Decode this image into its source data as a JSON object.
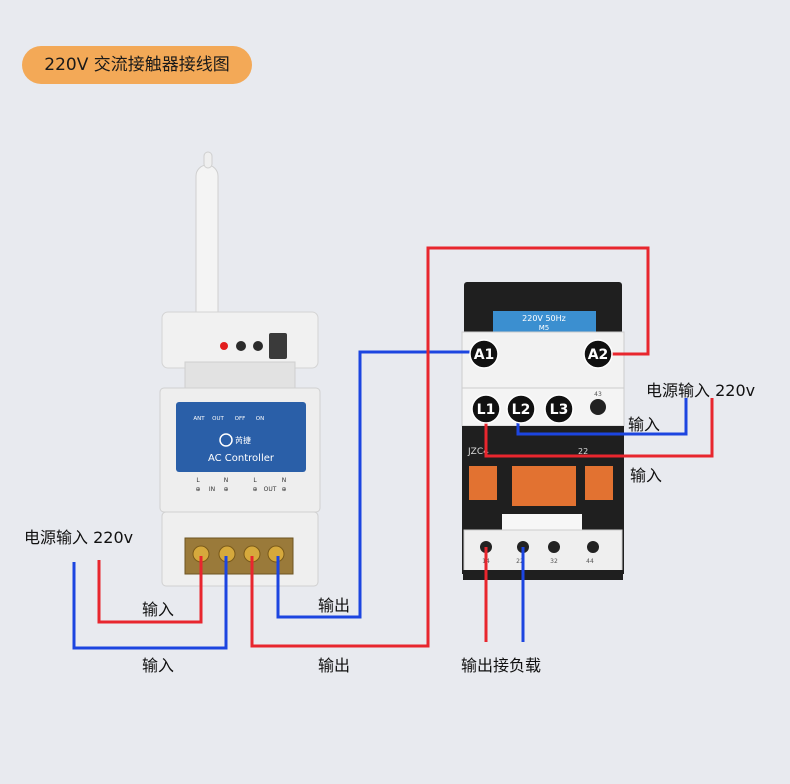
{
  "title": "220V 交流接触器接线图",
  "controller": {
    "brand": "芮捷",
    "name": "AC Controller",
    "indicators": [
      "ANT",
      "OUT",
      "OFF",
      "ON"
    ],
    "terminal_top": [
      "L",
      "N",
      "L",
      "N"
    ],
    "terminal_bottom": [
      "IN",
      "OUT"
    ]
  },
  "contactor": {
    "rating": "220V 50Hz",
    "code": "M5",
    "model": "JZC4",
    "coil_terminals": [
      "A1",
      "A2"
    ],
    "line_terminals": [
      "L1",
      "L2",
      "L3"
    ],
    "aux_top": "43",
    "aux_side": "22",
    "bottom_terminals": [
      "14",
      "22",
      "32",
      "44"
    ]
  },
  "labels": {
    "left_power": "电源输入 220v",
    "left_input_red": "输入",
    "left_input_blue": "输入",
    "output_blue": "输出",
    "output_red": "输出",
    "right_power": "电源输入 220v",
    "right_input_blue": "输入",
    "right_input_red": "输入",
    "load": "输出接负载"
  },
  "colors": {
    "live": "#e8262e",
    "neutral": "#1c45e0",
    "accent": "#f3a957",
    "panel": "#2a5fa8"
  }
}
